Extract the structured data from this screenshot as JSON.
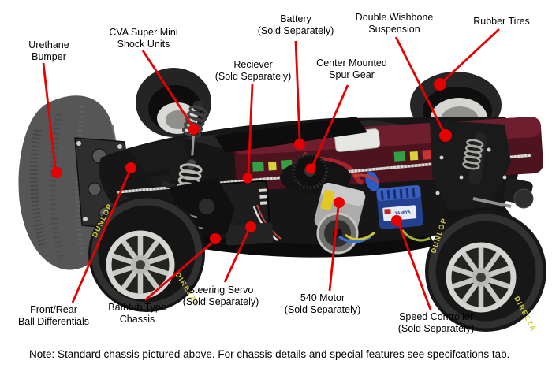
{
  "colors": {
    "callout": "#e60000",
    "background": "#ffffff"
  },
  "labels": {
    "urethane_bumper": {
      "text": "Urethane\nBumper"
    },
    "cva_shocks": {
      "text": "CVA Super Mini\nShock Units"
    },
    "battery": {
      "text": "Battery\n(Sold Separately)"
    },
    "receiver": {
      "text": "Reciever\n(Sold Separately)"
    },
    "spur_gear": {
      "text": "Center Mounted\nSpur Gear"
    },
    "double_wishbone": {
      "text": "Double Wishbone\nSuspension"
    },
    "rubber_tires": {
      "text": "Rubber Tires"
    },
    "ball_differentials": {
      "text": "Front/Rear\nBall Differentials"
    },
    "bathtub_chassis": {
      "text": "Bathtub Type\nChassis"
    },
    "steering_servo": {
      "text": "Steering Servo\n(Sold Separately)"
    },
    "motor_540": {
      "text": "540 Motor\n(Sold Separately)"
    },
    "speed_controller": {
      "text": "Speed Controller\n(Sold Separately)"
    }
  },
  "tire_markings": {
    "brand": "DUNLOP",
    "model": "DIREZZA"
  },
  "esc_label": "TAMIYA",
  "note": "Note: Standard chassis pictured above. For chassis details and special features see specifcations tab."
}
